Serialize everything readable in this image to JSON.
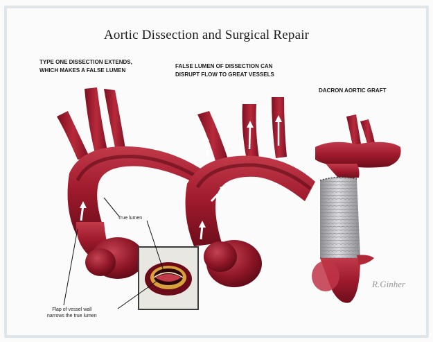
{
  "title": "Aortic Dissection and Surgical Repair",
  "captions": {
    "type_one": [
      "TYPE ONE DISSECTION EXTENDS,",
      "WHICH MAKES A FALSE LUMEN"
    ],
    "false_lumen": [
      "FALSE LUMEN OF DISSECTION CAN",
      "DISRUPT FLOW TO GREAT VESSELS"
    ],
    "graft": [
      "DACRON AORTIC GRAFT"
    ]
  },
  "labels": {
    "true_lumen": "True lumen",
    "flap": [
      "Flap of vessel wall",
      "narrows the true lumen"
    ]
  },
  "signature": "R.Ginher",
  "colors": {
    "aorta_dark": "#7a0f1f",
    "aorta_mid": "#a51a2c",
    "aorta_light": "#c9404f",
    "graft": "#b9b9bc",
    "inset_border": "#3a3a3a"
  }
}
